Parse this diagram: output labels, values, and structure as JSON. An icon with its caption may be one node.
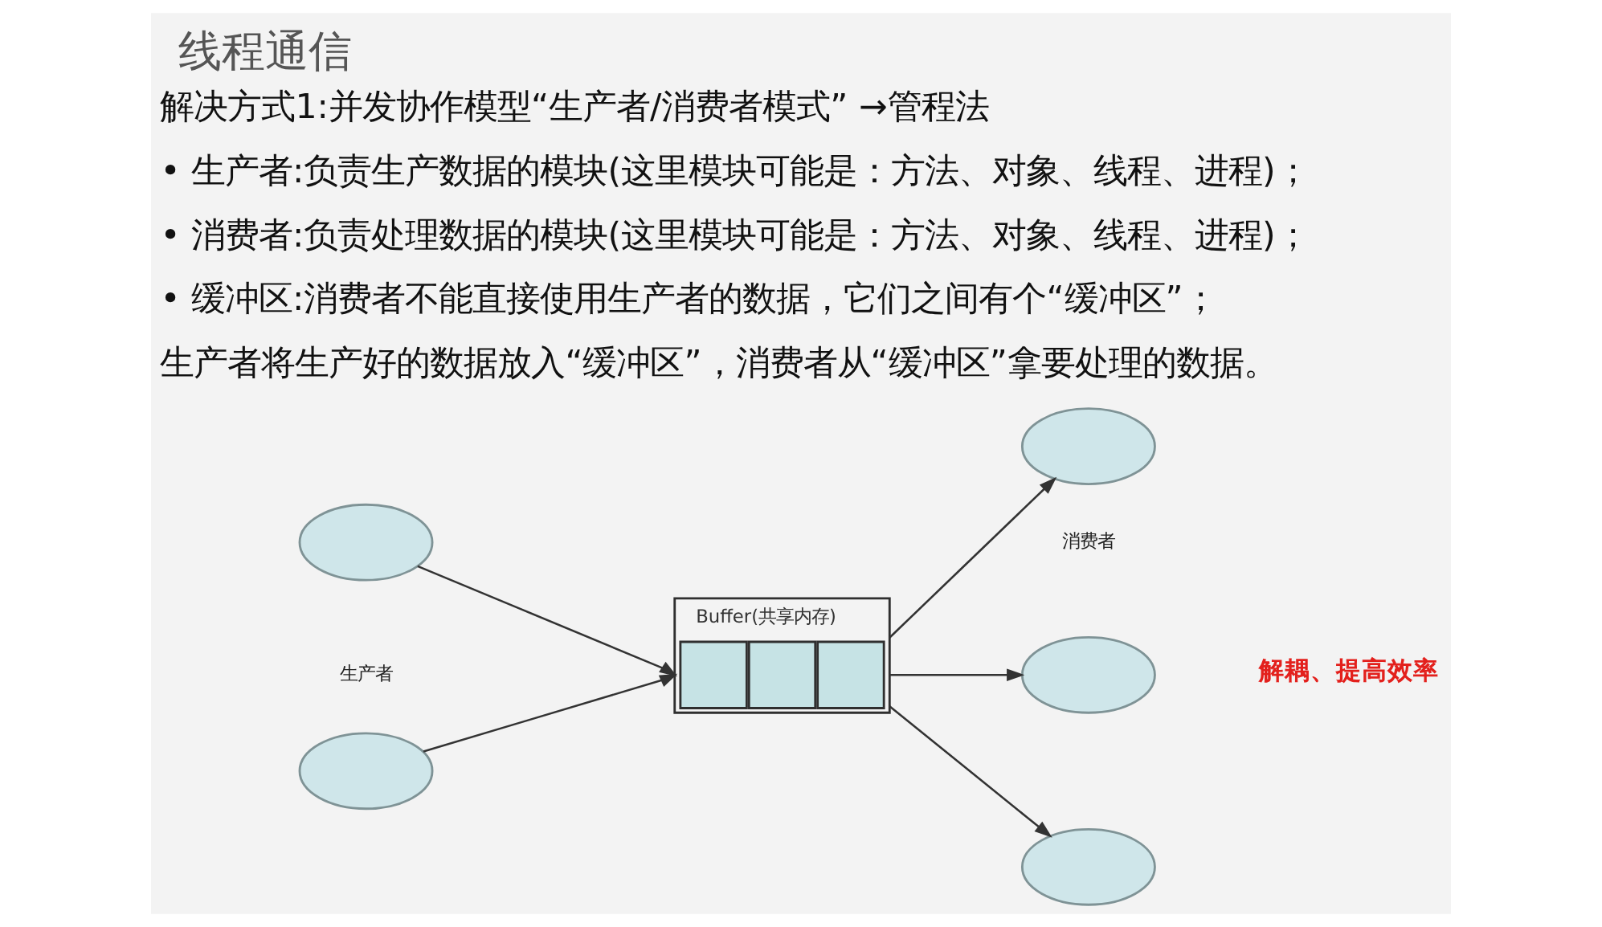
{
  "diagram": {
    "title": "线程通信",
    "nodes": [
      {
        "text": [],
        "shape": "ellipse"
      },
      {
        "text": [],
        "shape": "ellipse"
      },
      {
        "text": [
          "Buffer(共享内存)"
        ]
      },
      {
        "text": [],
        "shape": "box",
        "in": 2
      },
      {
        "text": [],
        "shape": "box",
        "in": 2
      },
      {
        "text": [],
        "shape": "box",
        "in": 2
      },
      {
        "text": [],
        "shape": "ellipse"
      },
      {
        "text": [],
        "shape": "ellipse"
      },
      {
        "text": [],
        "shape": "ellipse"
      }
    ],
    "edges": [
      {
        "from": 0,
        "to": 2,
        "arrow": "to"
      },
      {
        "from": 1,
        "to": 2,
        "arrow": "to"
      },
      {
        "from": 2,
        "to": 6,
        "arrow": "to"
      },
      {
        "from": 2,
        "to": 7,
        "arrow": "to"
      },
      {
        "from": 2,
        "to": 8,
        "arrow": "to"
      }
    ],
    "labels": [
      "解决方式1:并发协作模型“生产者/消费者模式” →管程法",
      "• 生产者:负责生产数据的模块(这里模块可能是：方法、对象、线程、进程)；",
      "• 消费者:负责处理数据的模块(这里模块可能是：方法、对象、线程、进程)；",
      "• 缓冲区:消费者不能直接使用生产者的数据，它们之间有个“缓冲区”；",
      "生产者将生产好的数据放入“缓冲区”，消费者从“缓冲区”拿要处理的数据。",
      "生产者",
      "消费者",
      "解耦、提高效率"
    ]
  }
}
